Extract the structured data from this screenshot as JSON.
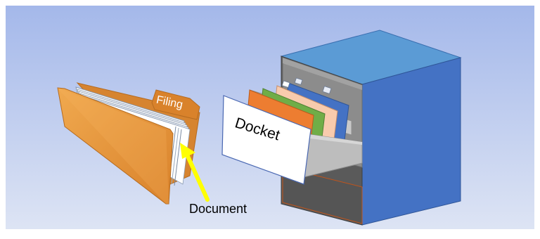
{
  "labels": {
    "folder_tab": "Filing",
    "drawer_card": "Docket",
    "pointer": "Document"
  },
  "colors": {
    "background_top": "#a4b8ea",
    "background_bottom": "#dde4f4",
    "folder_orange": "#e8953a",
    "cabinet_blue": "#4472c4",
    "cabinet_top": "#5b9bd5",
    "drawer_gray": "#bfbfbf",
    "arrow_yellow": "#ffff00",
    "card_orange": "#ed7d31",
    "card_green": "#70ad47",
    "card_peach": "#f8cbad",
    "card_blue": "#4472c4"
  },
  "icons": [
    "filing-folder-icon",
    "filing-cabinet-icon",
    "yellow-arrow-icon"
  ]
}
